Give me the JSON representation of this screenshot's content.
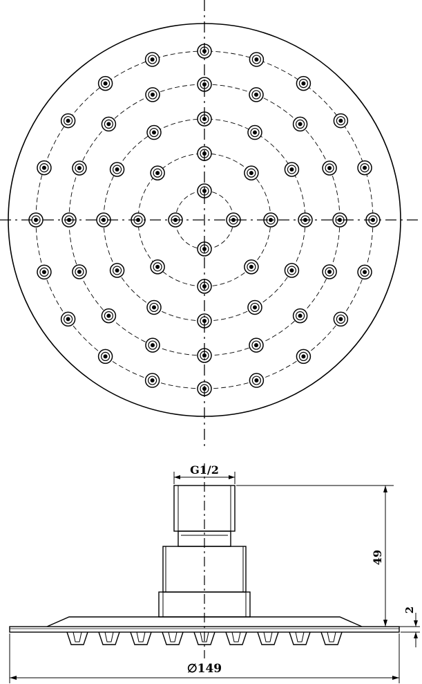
{
  "drawing": {
    "connection_label": "G1/2",
    "height_label": "49",
    "thickness_label": "2",
    "diameter_label": "∅149"
  },
  "face": {
    "nozzle_rings": [
      {
        "count": 4,
        "rotation_deg": 0
      },
      {
        "count": 8,
        "rotation_deg": 0
      },
      {
        "count": 12,
        "rotation_deg": 0
      },
      {
        "count": 16,
        "rotation_deg": 0
      },
      {
        "count": 20,
        "rotation_deg": 0
      }
    ]
  },
  "side": {
    "nozzle_count": 9
  },
  "colors": {
    "line": "#000000",
    "background": "#ffffff"
  }
}
